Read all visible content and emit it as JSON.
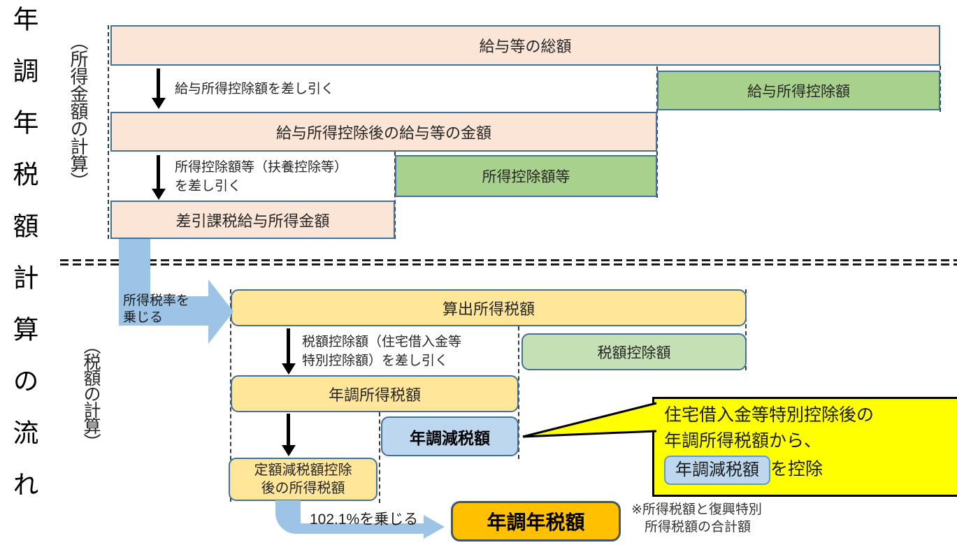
{
  "page": {
    "vertical_title": "年調年税額計算の流れ",
    "income_section_label": "（所得金額の計算）",
    "tax_section_label": "（税額の計算）"
  },
  "income": {
    "salary_total": "給与等の総額",
    "deduct_salary_label": "給与所得控除額を差し引く",
    "salary_deduction": "給与所得控除額",
    "after_salary_deduction": "給与所得控除後の給与等の金額",
    "deduct_income_line1": "所得控除額等（扶養控除等）",
    "deduct_income_line2": "を差し引く",
    "income_deductions": "所得控除額等",
    "taxable_salary_income": "差引課税給与所得金額"
  },
  "tax": {
    "apply_rate_line1": "所得税率を",
    "apply_rate_line2": "乗じる",
    "calculated_tax": "算出所得税額",
    "deduct_credit_line1": "税額控除額（住宅借入金等",
    "deduct_credit_line2": "特別控除額）を差し引く",
    "tax_credit": "税額控除額",
    "nencho_income_tax": "年調所得税額",
    "nencho_genzei": "年調減税額",
    "after_flat_line1": "定額減税額控除",
    "after_flat_line2": "後の所得税額",
    "multiply_1021": "102.1%を乗じる",
    "final_tax": "年調年税額",
    "note_line1": "※所得税額と復興特別",
    "note_line2": "所得税額の合計額"
  },
  "callout": {
    "line1": "住宅借入金等特別控除後の",
    "line2": "年調所得税額から、",
    "chip": "年調減税額",
    "suffix": "を控除"
  },
  "colors": {
    "peach_fill": "#FBE5D6",
    "green_fill": "#A9D18E",
    "light_green_fill": "#C5E0B4",
    "yellow_fill": "#FFE699",
    "light_blue_fill": "#BDD7EE",
    "orange_fill": "#FFC000",
    "callout_fill": "#FFFF00",
    "flow_arrow_blue": "#9DC3E6",
    "box_border_blue": "#41719C"
  }
}
